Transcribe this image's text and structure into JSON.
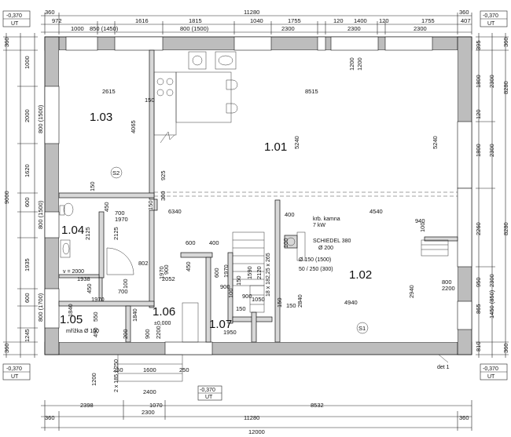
{
  "rooms": {
    "r101": "1.01",
    "r102": "1.02",
    "r103": "1.03",
    "r104": "1.04",
    "r105": "1.05",
    "r106": "1.06",
    "r107": "1.07"
  },
  "section_marks": {
    "s1": "S1",
    "s2": "S2"
  },
  "levels": {
    "top_left": {
      "value": "-0,370",
      "ref": "UT"
    },
    "top_right": {
      "value": "-0,370",
      "ref": "UT"
    },
    "bottom_left": {
      "value": "-0,370",
      "ref": "UT"
    },
    "bottom_right": {
      "value": "-0,370",
      "ref": "UT"
    },
    "entrance": {
      "value": "-0,370",
      "ref": "UT"
    },
    "room_106": "±0,000"
  },
  "notes": {
    "fireplace_1": "krb. kamna",
    "fireplace_2": "7 kW",
    "chimney_1": "SCHIEDEL 380",
    "chimney_2": "Ø 200",
    "vent_1": "Ø 150 (1500)",
    "vent_2": "50 / 250 (300)",
    "stairs": "18 x 182,25 x 265",
    "grate": "mřížka Ø 100",
    "shower": "v = 2000",
    "entrance_steps": "2 x 185 x 250",
    "detail": "det 1"
  },
  "dims": {
    "top_outer": [
      "360",
      "11280",
      "360"
    ],
    "top_mid": [
      "972",
      "1616",
      "1815",
      "1040",
      "1755",
      "120",
      "1400",
      "120",
      "1755",
      "407"
    ],
    "top_inner": [
      "1000",
      "850 (1450)",
      "800 (1500)",
      "2300",
      "1200",
      "2300",
      "2300"
    ],
    "window_height": "1200",
    "bottom_outer": [
      "360",
      "11280",
      "360"
    ],
    "bottom_total": "12000",
    "bottom_mid": [
      "2398",
      "1070",
      "8532"
    ],
    "bottom_inner": [
      "2300"
    ],
    "entrance": [
      "250",
      "1600",
      "250",
      "2400",
      "1200"
    ],
    "left_outer": [
      "360",
      "9000",
      "360"
    ],
    "left_mid": [
      "1000",
      "2000",
      "800 (1500)",
      "1620",
      "600",
      "800 (1500)",
      "1935",
      "600",
      "800 (1700)",
      "1245"
    ],
    "right_outer": [
      "360",
      "8280",
      "8280",
      "360"
    ],
    "right_mid": [
      "395",
      "1800",
      "2300",
      "120",
      "1800",
      "2300",
      "2260",
      "950",
      "2300",
      "865",
      "1450 (850)",
      "810"
    ],
    "inner": [
      "2615",
      "8515",
      "150",
      "4065",
      "5240",
      "5240",
      "925",
      "150",
      "300",
      "150",
      "6340",
      "4540",
      "450",
      "700",
      "1970",
      "2125",
      "2125",
      "940",
      "100",
      "802",
      "1970",
      "900",
      "600",
      "400",
      "450",
      "600",
      "1970",
      "1590",
      "2120",
      "400",
      "100",
      "1938",
      "2052",
      "450",
      "1970",
      "700",
      "100",
      "900",
      "1050",
      "2840",
      "4940",
      "2940",
      "800",
      "2200",
      "1840",
      "550",
      "490",
      "1840",
      "1950",
      "900",
      "2200",
      "200",
      "900",
      "150",
      "150",
      "100",
      "150",
      "150"
    ]
  }
}
